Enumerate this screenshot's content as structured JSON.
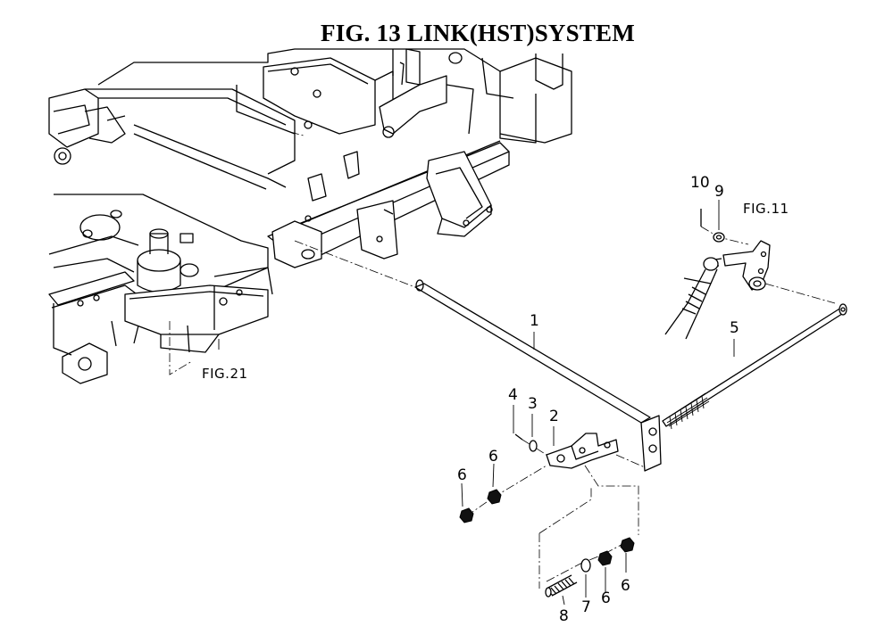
{
  "title": "FIG. 13  LINK(HST)SYSTEM",
  "figure_refs": {
    "fig11": "FIG.11",
    "fig21": "FIG.21"
  },
  "callouts": {
    "p1": "1",
    "p2": "2",
    "p3": "3",
    "p4": "4",
    "p5": "5",
    "p6a": "6",
    "p6b": "6",
    "p6c": "6",
    "p6d": "6",
    "p7": "7",
    "p8": "8",
    "p9": "9",
    "p10": "10"
  }
}
